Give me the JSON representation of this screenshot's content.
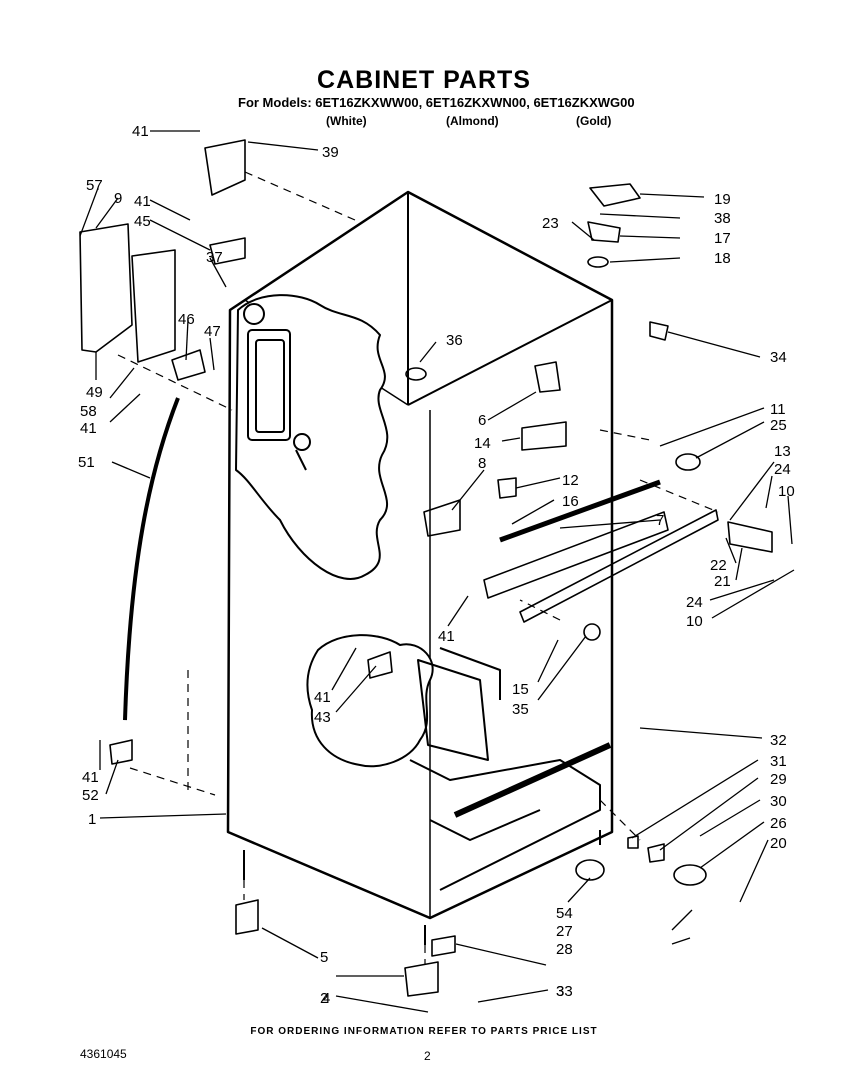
{
  "title": "CABINET PARTS",
  "models": {
    "label": "For Models: 6ET16ZKXWW00, 6ET16ZKXWN00, 6ET16ZKXWG00",
    "colors": [
      "(White)",
      "(Almond)",
      "(Gold)"
    ]
  },
  "callouts": [
    "41",
    "39",
    "57",
    "9",
    "41",
    "45",
    "37",
    "46",
    "47",
    "49",
    "58",
    "41",
    "51",
    "36",
    "19",
    "23",
    "38",
    "17",
    "18",
    "34",
    "6",
    "11",
    "25",
    "14",
    "8",
    "13",
    "24",
    "10",
    "12",
    "16",
    "7",
    "22",
    "21",
    "24",
    "10",
    "41",
    "41",
    "43",
    "15",
    "35",
    "32",
    "31",
    "29",
    "30",
    "26",
    "20",
    "41",
    "52",
    "1",
    "54",
    "27",
    "28",
    "5",
    "33",
    "2",
    "3",
    "4"
  ],
  "footer": {
    "note": "FOR ORDERING INFORMATION REFER TO PARTS PRICE LIST",
    "doc_number": "4361045",
    "page": "2"
  }
}
